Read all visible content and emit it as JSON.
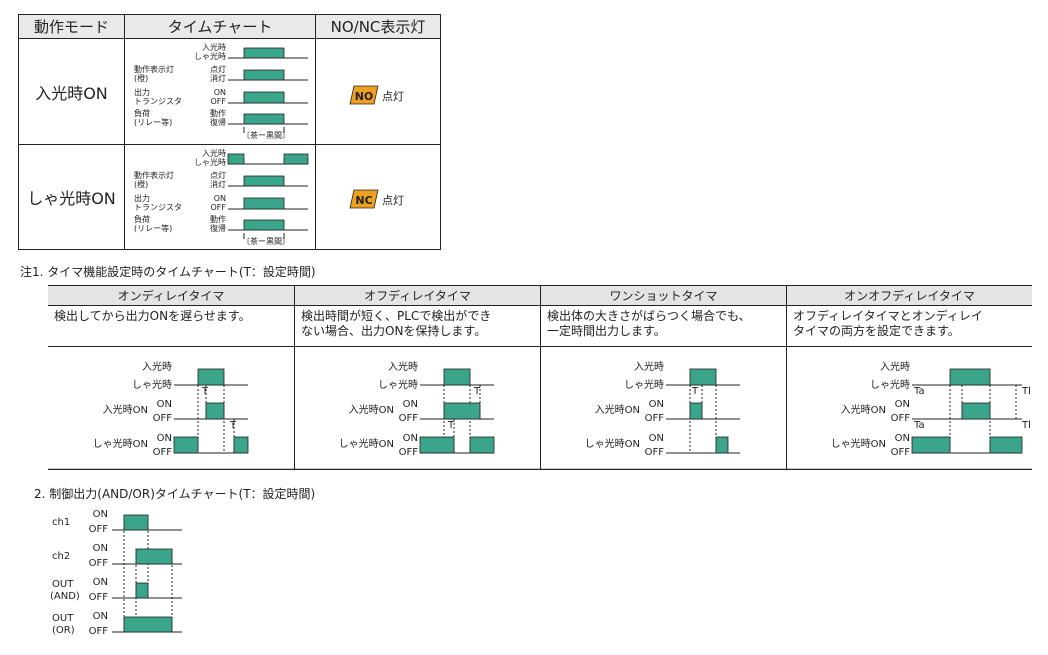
{
  "table1": {
    "headers": [
      "動作モード",
      "タイムチャート",
      "NO/NC表示灯"
    ],
    "rows": [
      {
        "mode": "入光時ON",
        "badge": "NO",
        "lamp": "点灯"
      },
      {
        "mode": "しゃ光時ON",
        "badge": "NC",
        "lamp": "点灯"
      }
    ],
    "chart_labels": {
      "light1": "入光時",
      "light2": "しゃ光時",
      "ind1": "動作表示灯",
      "ind2": "(橙)",
      "ind_on": "点灯",
      "ind_off": "消灯",
      "out1": "出力",
      "out2": "トランジスタ",
      "out_on": "ON",
      "out_off": "OFF",
      "load1": "負荷",
      "load2": "(リレー等)",
      "load_on": "動作",
      "load_off": "復帰",
      "note": "〔茶ー黒間〕"
    }
  },
  "note1": "注1. タイマ機能設定時のタイムチャート(T：設定時間)",
  "table2": {
    "columns": [
      {
        "header": "オンディレイタイマ",
        "desc": [
          "検出してから出力ONを遅らせます。"
        ]
      },
      {
        "header": "オフディレイタイマ",
        "desc": [
          "検出時間が短く、PLCで検出ができ",
          "ない場合、出力ONを保持します。"
        ]
      },
      {
        "header": "ワンショットタイマ",
        "desc": [
          "検出体の大きさがばらつく場合でも、",
          "一定時間出力します。"
        ]
      },
      {
        "header": "オンオフディレイタイマ",
        "desc": [
          "オフディレイタイマとオンディレイ",
          "タイマの両方を設定できます。"
        ]
      }
    ],
    "labels": {
      "light": "入光時",
      "dark": "しゃ光時",
      "light_on": "入光時ON",
      "dark_on": "しゃ光時ON",
      "on": "ON",
      "off": "OFF",
      "t": "T",
      "ta": "Ta",
      "tb": "Tb"
    }
  },
  "note2": "2. 制御出力(AND/OR)タイムチャート(T：設定時間)",
  "andor": {
    "ch1": "ch1",
    "ch2": "ch2",
    "out": "OUT",
    "and": "(AND)",
    "or": "(OR)",
    "on": "ON",
    "off": "OFF"
  },
  "colors": {
    "fill": "#3aa58a",
    "badge": "#f0a020",
    "header_bg": "#e9e9e9"
  }
}
